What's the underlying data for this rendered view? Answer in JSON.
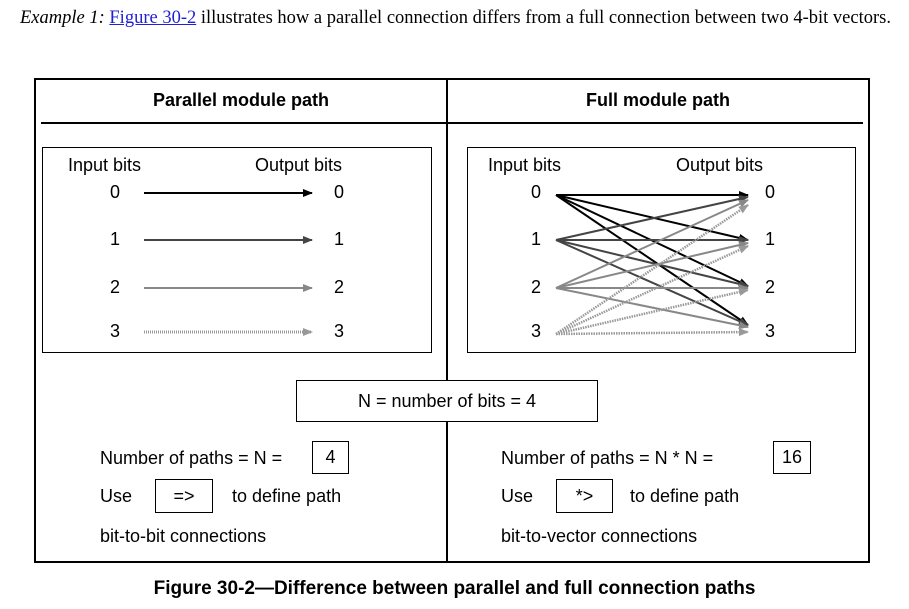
{
  "intro": {
    "example_label": "Example 1:",
    "figure_link": "Figure 30-2",
    "text": "illustrates how a parallel connection differs from a full connection between two 4-bit vectors."
  },
  "left": {
    "header": "Parallel module path",
    "input_label": "Input bits",
    "output_label": "Output bits",
    "bits": [
      "0",
      "1",
      "2",
      "3"
    ],
    "paths_label": "Number of paths = N =",
    "paths_value": "4",
    "use_label": "Use",
    "operator": "=>",
    "define_label": "to define path",
    "connection_type": "bit-to-bit connections"
  },
  "right": {
    "header": "Full module path",
    "input_label": "Input bits",
    "output_label": "Output bits",
    "bits": [
      "0",
      "1",
      "2",
      "3"
    ],
    "paths_label": "Number of paths = N * N =",
    "paths_value": "16",
    "use_label": "Use",
    "operator": "*>",
    "define_label": "to define path",
    "connection_type": "bit-to-vector connections"
  },
  "center_box": "N = number of bits = 4",
  "caption": "Figure 30-2—Difference between parallel and full connection paths",
  "colors": {
    "bit0": "#000000",
    "bit1": "#444444",
    "bit2": "#888888",
    "bit3": "#999999",
    "link": "#1f1fd6"
  }
}
